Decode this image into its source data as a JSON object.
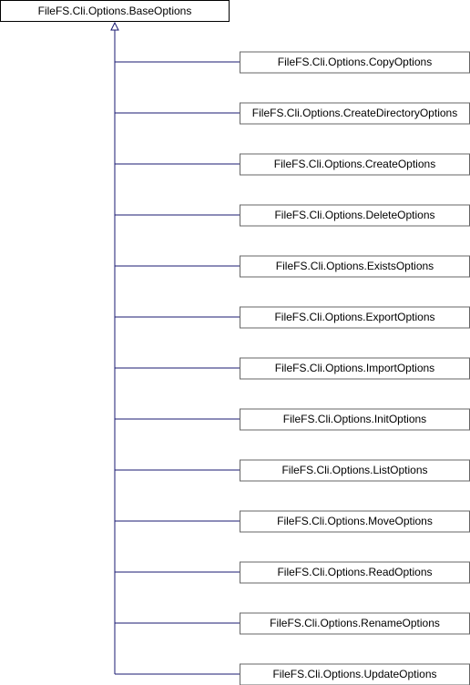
{
  "diagram": {
    "base_class": "FileFS.Cli.Options.BaseOptions",
    "derived_classes": [
      "FileFS.Cli.Options.CopyOptions",
      "FileFS.Cli.Options.CreateDirectoryOptions",
      "FileFS.Cli.Options.CreateOptions",
      "FileFS.Cli.Options.DeleteOptions",
      "FileFS.Cli.Options.ExistsOptions",
      "FileFS.Cli.Options.ExportOptions",
      "FileFS.Cli.Options.ImportOptions",
      "FileFS.Cli.Options.InitOptions",
      "FileFS.Cli.Options.ListOptions",
      "FileFS.Cli.Options.MoveOptions",
      "FileFS.Cli.Options.ReadOptions",
      "FileFS.Cli.Options.RenameOptions",
      "FileFS.Cli.Options.UpdateOptions"
    ]
  },
  "colors": {
    "edge": "#191970",
    "base_fill": "#ffffff",
    "base_border": "#000000",
    "derived_fill": "#ffffff",
    "derived_border": "#666666",
    "text": "#000000"
  }
}
